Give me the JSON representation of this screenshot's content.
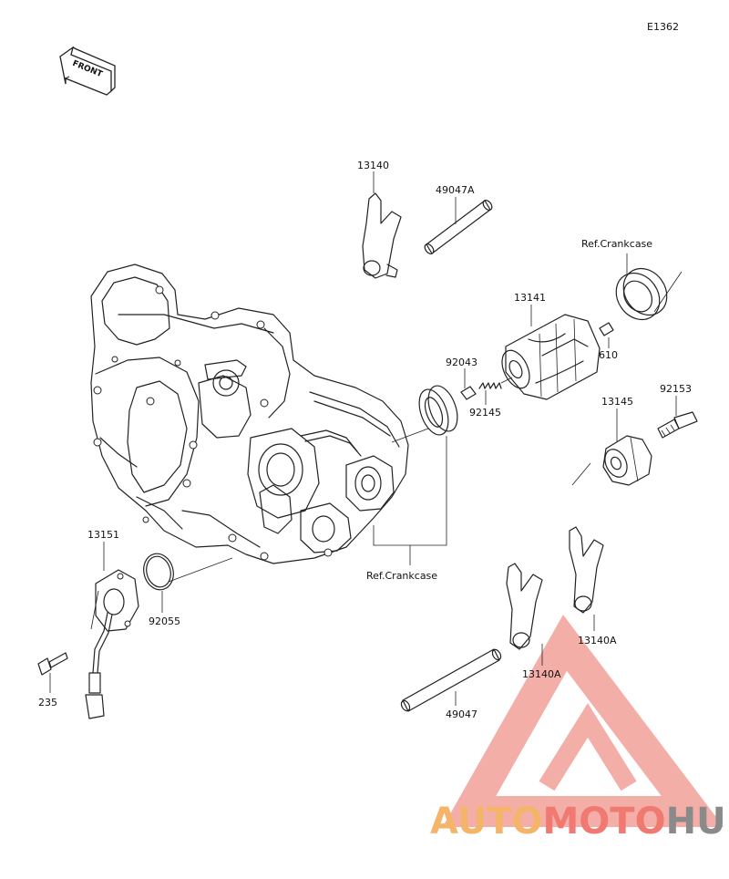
{
  "diagram_code": "E1362",
  "front_indicator": "FRONT",
  "labels": {
    "p13140": "13140",
    "p49047A": "49047A",
    "ref_crankcase_top": "Ref.Crankcase",
    "p13141": "13141",
    "p92043": "92043",
    "p610": "610",
    "p92145": "92145",
    "p92153": "92153",
    "p13145": "13145",
    "p13151": "13151",
    "p92055": "92055",
    "ref_crankcase_bottom": "Ref.Crankcase",
    "p235": "235",
    "p13140A_right": "13140A",
    "p13140A_left": "13140A",
    "p49047": "49047"
  },
  "watermark": {
    "part1": "AUTO",
    "part2": "MOTO",
    "part3": "HUB",
    "color_orange": "#f4b56a",
    "color_red": "#f07a72",
    "color_gray": "#8a8a8a"
  }
}
